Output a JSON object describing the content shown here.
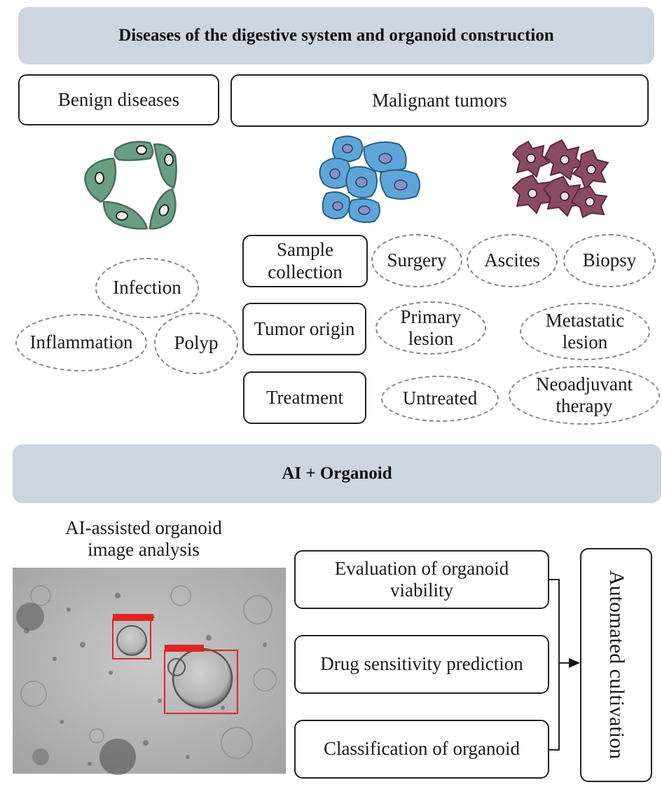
{
  "top_banner": "Diseases of the digestive system and organoid construction",
  "benign": {
    "heading": "Benign diseases",
    "items": [
      "Infection",
      "Inflammation",
      "Polyp"
    ]
  },
  "malignant": {
    "heading": "Malignant tumors",
    "rows": [
      {
        "label": "Sample collection",
        "options": [
          "Surgery",
          "Ascites",
          "Biopsy"
        ]
      },
      {
        "label": "Tumor origin",
        "options": [
          "Primary lesion",
          "Metastatic lesion"
        ]
      },
      {
        "label": "Treatment",
        "options": [
          "Untreated",
          "Neoadjuvant therapy"
        ]
      }
    ]
  },
  "ai_banner": "AI + Organoid",
  "image_caption": "AI-assisted organoid image analysis",
  "applications": [
    "Evaluation of organoid viability",
    "Drug sensitivity prediction",
    "Classification of organoid"
  ],
  "outcome": "Automated cultivation",
  "colors": {
    "banner": "#cdd6e0",
    "benign_cell": "#6a9e82",
    "malignant_cell_blue": "#5ea6d8",
    "malignant_cell_purple": "#8a4a62",
    "detection_box": "#e02424"
  },
  "icons": [
    "benign-cell-ring-icon",
    "blue-tumor-cluster-icon",
    "purple-tumor-cluster-icon",
    "arrow-right-icon"
  ]
}
